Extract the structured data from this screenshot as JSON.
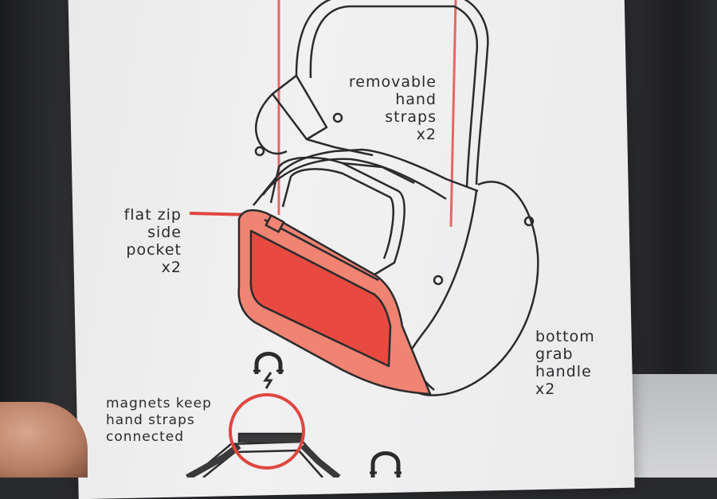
{
  "callouts": {
    "removable_hand_straps": [
      "removable",
      "hand",
      "straps",
      "x2"
    ],
    "flat_zip_side_pocket": [
      "flat zip",
      "side",
      "pocket",
      "x2"
    ],
    "bottom_grab_handle": [
      "bottom",
      "grab",
      "handle",
      "x2"
    ],
    "magnets": [
      "magnets keep",
      "hand straps",
      "connected"
    ]
  },
  "colors": {
    "accent_red": "#e0463f",
    "pocket_fill": "#e84a40",
    "line": "#2b2b2e",
    "card": "#efefef"
  },
  "icons": [
    "magnet-icon",
    "magnet-icon"
  ]
}
